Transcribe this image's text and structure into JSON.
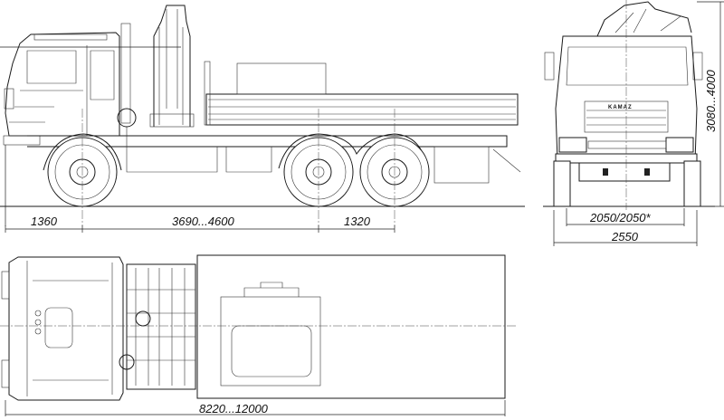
{
  "drawing": {
    "brand_label": "KAMAZ",
    "dimensions": {
      "front_overhang": "1360",
      "wheelbase": "3690...4600",
      "rear_axle_spacing": "1320",
      "track_width": "2050/2050*",
      "overall_width": "2550",
      "overall_height": "3080...4000",
      "overall_length": "8220...12000"
    }
  }
}
